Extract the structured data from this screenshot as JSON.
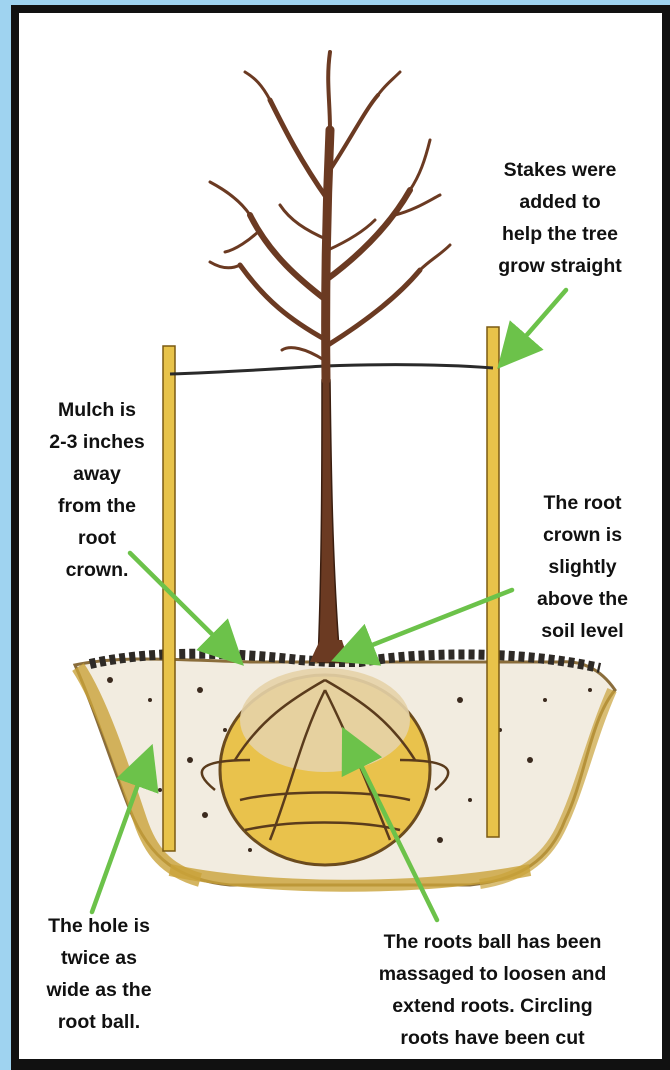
{
  "labels": {
    "stakes": "Stakes were\nadded to\nhelp the tree\ngrow straight",
    "mulch": "Mulch is\n2-3 inches\naway\nfrom the\nroot\ncrown.",
    "root_crown": "The root\ncrown is\nslightly\nabove the\nsoil level",
    "hole": "The hole is\ntwice as\nwide as the\nroot ball.",
    "roots_ball": "The roots ball has been\nmassaged to loosen and\nextend roots. Circling\nroots have been cut"
  },
  "colors": {
    "background": "#9fd3f0",
    "frame": "#111111",
    "arrow": "#6cc24a",
    "trunk": "#6b3a22",
    "stake": "#e8c34a",
    "soil": "#f2ece0",
    "rootball": "#e9c24c"
  }
}
